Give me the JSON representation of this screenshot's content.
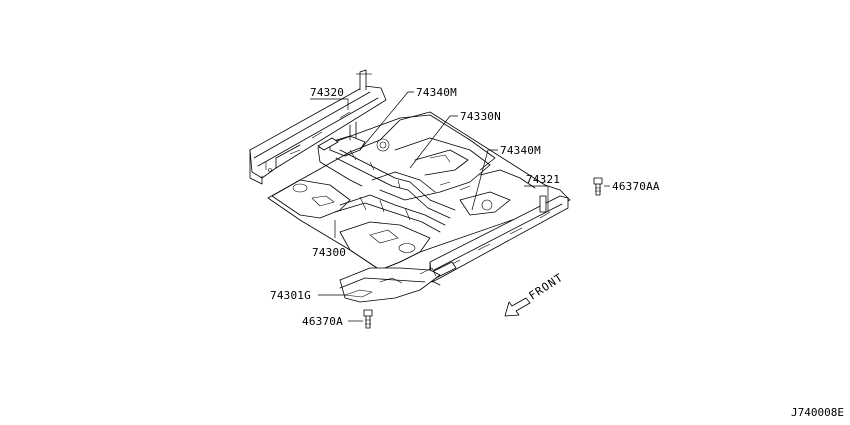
{
  "diagram": {
    "ref_code": "J740008E",
    "front_label": "FRONT",
    "parts": [
      {
        "id": "p-74320",
        "label": "74320"
      },
      {
        "id": "p-74340m-1",
        "label": "74340M"
      },
      {
        "id": "p-74330n",
        "label": "74330N"
      },
      {
        "id": "p-74340m-2",
        "label": "74340M"
      },
      {
        "id": "p-74321",
        "label": "74321"
      },
      {
        "id": "p-46370aa",
        "label": "46370AA"
      },
      {
        "id": "p-74300",
        "label": "74300"
      },
      {
        "id": "p-74301g",
        "label": "74301G"
      },
      {
        "id": "p-46370a",
        "label": "46370A"
      }
    ]
  }
}
